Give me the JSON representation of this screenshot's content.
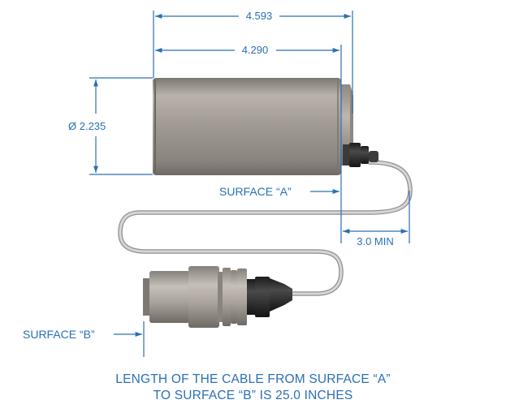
{
  "dimensions": {
    "overall_length": "4.593",
    "body_length": "4.290",
    "diameter": "Ø 2.235",
    "min_bend": "3.0 MIN"
  },
  "surface_labels": {
    "a": "SURFACE “A”",
    "b": "SURFACE “B”"
  },
  "note": {
    "line1": "LENGTH OF THE CABLE FROM SURFACE “A”",
    "line2": "TO SURFACE “B” IS 25.0 INCHES"
  },
  "colors": {
    "dimension": "#2a6fb5",
    "housing": "#9a948d",
    "cable": "#c9c9c9",
    "connector_dark": "#2d2d2d"
  }
}
